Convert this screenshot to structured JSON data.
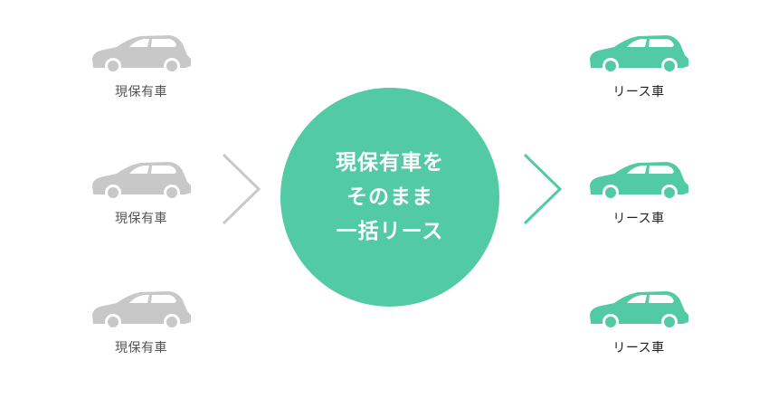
{
  "colors": {
    "owned": "#c8c8c8",
    "lease": "#52cba5",
    "circle": "#52cba5",
    "circle_text": "#ffffff"
  },
  "left_cars": [
    {
      "label": "現保有車",
      "icon": "car-icon"
    },
    {
      "label": "現保有車",
      "icon": "car-icon"
    },
    {
      "label": "現保有車",
      "icon": "car-icon"
    }
  ],
  "right_cars": [
    {
      "label": "リース車",
      "icon": "car-icon"
    },
    {
      "label": "リース車",
      "icon": "car-icon"
    },
    {
      "label": "リース車",
      "icon": "car-icon"
    }
  ],
  "center": {
    "lines": [
      "現保有車を",
      "そのまま",
      "一括リース"
    ]
  },
  "arrows": {
    "icon": "chevron-right-icon"
  }
}
